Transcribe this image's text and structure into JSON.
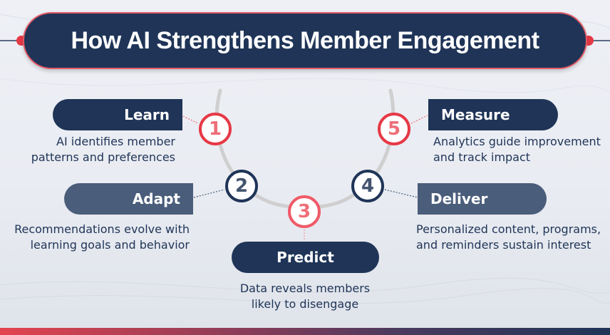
{
  "title": "How AI Strengthens Member Engagement",
  "colors": {
    "navy": "#1f3457",
    "slate": "#4a5d7a",
    "red": "#e63946",
    "pink": "#f05a68",
    "arc": "#cfcfcf"
  },
  "steps": [
    {
      "number": "1",
      "label": "Learn",
      "description_line1": "AI identifies member",
      "description_line2": "patterns and preferences"
    },
    {
      "number": "2",
      "label": "Adapt",
      "description_line1": "Recommendations evolve with",
      "description_line2": "learning goals and behavior"
    },
    {
      "number": "3",
      "label": "Predict",
      "description_line1": "Data reveals members",
      "description_line2": "likely to disengage"
    },
    {
      "number": "4",
      "label": "Deliver",
      "description_line1": "Personalized content, programs,",
      "description_line2": "and reminders sustain interest"
    },
    {
      "number": "5",
      "label": "Measure",
      "description_line1": "Analytics guide improvement",
      "description_line2": "and track impact"
    }
  ]
}
